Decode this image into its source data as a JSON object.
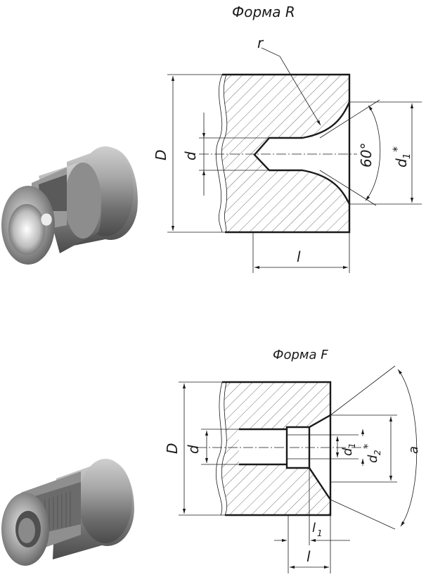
{
  "form_r": {
    "title": "Форма R",
    "labels": {
      "r": "r",
      "D": "D",
      "d": "d",
      "angle": "60°",
      "d1": "d",
      "d1_sub": "1",
      "star": "*",
      "l": "l"
    }
  },
  "form_f": {
    "title": "Форма F",
    "labels": {
      "D": "D",
      "d": "d",
      "d1": "d",
      "d1_sub": "1",
      "d2": "d",
      "d2_sub": "2",
      "star": "*",
      "a": "a",
      "l1": "l",
      "l1_sub": "1",
      "l": "l"
    }
  }
}
